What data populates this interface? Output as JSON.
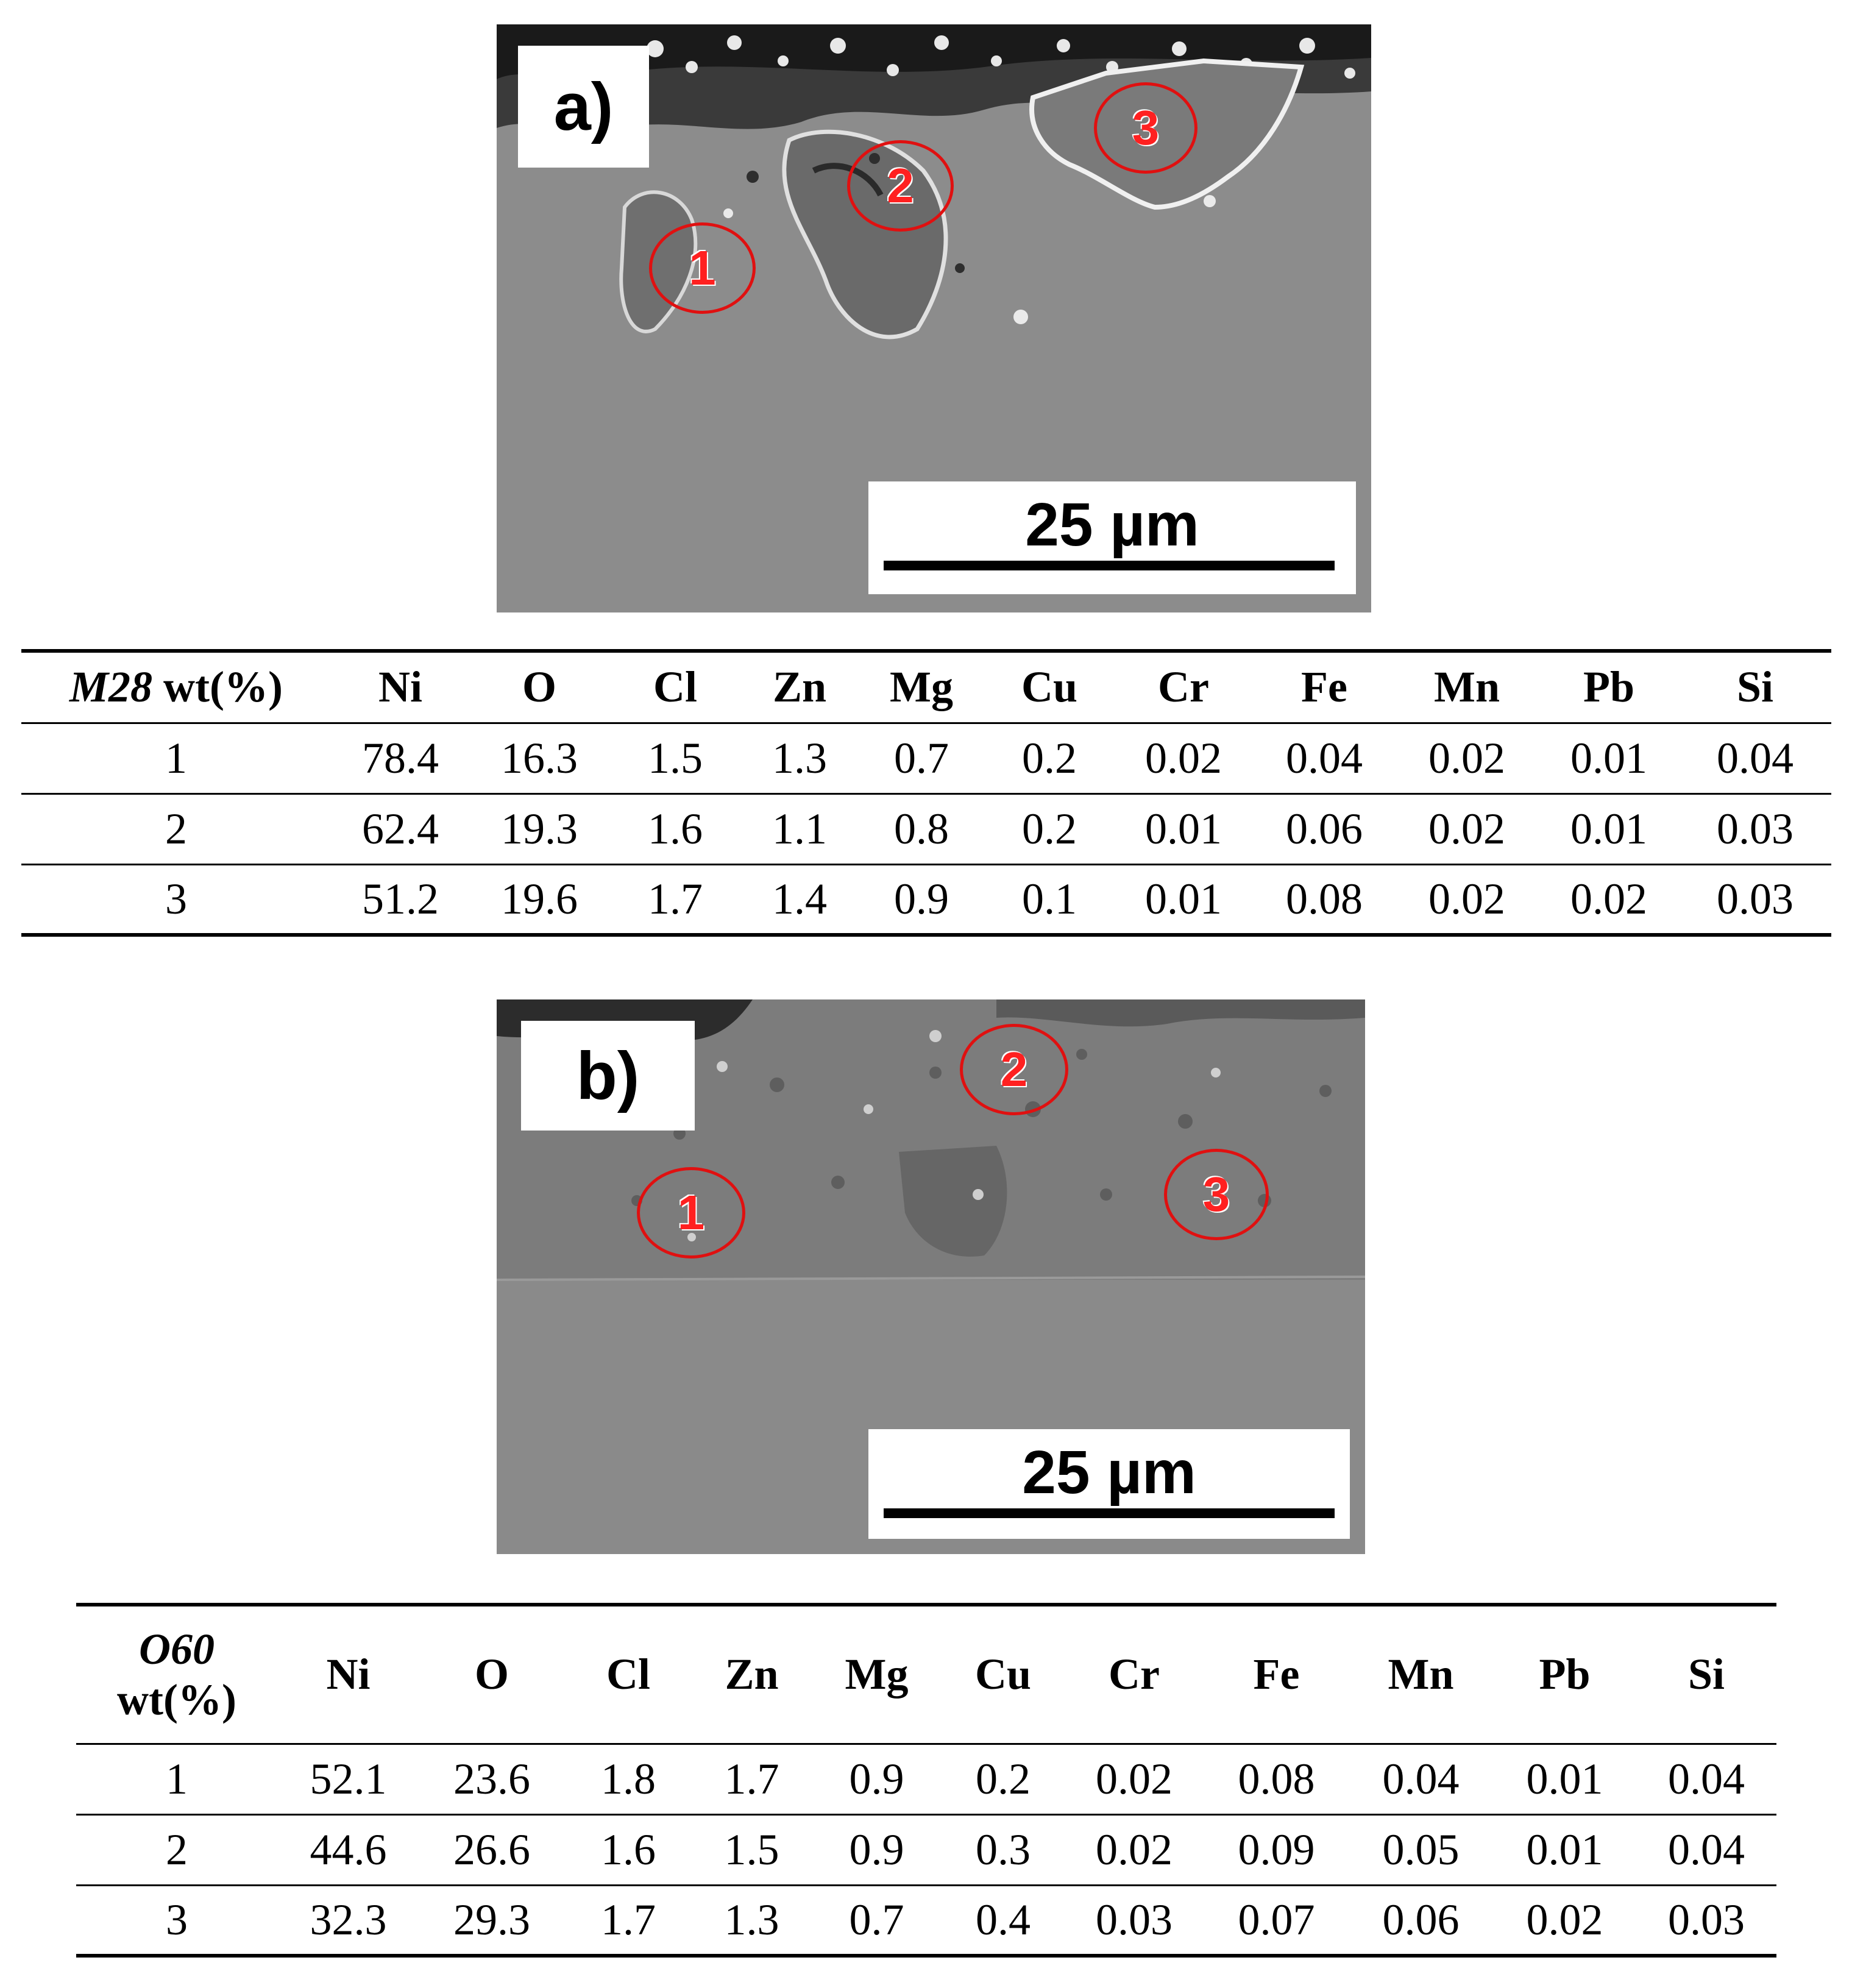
{
  "panels": [
    {
      "label": "a)",
      "scale_bar": "25 µm",
      "spots": [
        "1",
        "2",
        "3"
      ]
    },
    {
      "label": "b)",
      "scale_bar": "25 µm",
      "spots": [
        "1",
        "2",
        "3"
      ]
    }
  ],
  "tables": [
    {
      "sample": "M28",
      "unit": "wt(%)",
      "columns": [
        "Ni",
        "O",
        "Cl",
        "Zn",
        "Mg",
        "Cu",
        "Cr",
        "Fe",
        "Mn",
        "Pb",
        "Si"
      ],
      "rows": [
        {
          "id": "1",
          "values": [
            "78.4",
            "16.3",
            "1.5",
            "1.3",
            "0.7",
            "0.2",
            "0.02",
            "0.04",
            "0.02",
            "0.01",
            "0.04"
          ]
        },
        {
          "id": "2",
          "values": [
            "62.4",
            "19.3",
            "1.6",
            "1.1",
            "0.8",
            "0.2",
            "0.01",
            "0.06",
            "0.02",
            "0.01",
            "0.03"
          ]
        },
        {
          "id": "3",
          "values": [
            "51.2",
            "19.6",
            "1.7",
            "1.4",
            "0.9",
            "0.1",
            "0.01",
            "0.08",
            "0.02",
            "0.02",
            "0.03"
          ]
        }
      ]
    },
    {
      "sample": "O60",
      "unit": "wt(%)",
      "columns": [
        "Ni",
        "O",
        "Cl",
        "Zn",
        "Mg",
        "Cu",
        "Cr",
        "Fe",
        "Mn",
        "Pb",
        "Si"
      ],
      "rows": [
        {
          "id": "1",
          "values": [
            "52.1",
            "23.6",
            "1.8",
            "1.7",
            "0.9",
            "0.2",
            "0.02",
            "0.08",
            "0.04",
            "0.01",
            "0.04"
          ]
        },
        {
          "id": "2",
          "values": [
            "44.6",
            "26.6",
            "1.6",
            "1.5",
            "0.9",
            "0.3",
            "0.02",
            "0.09",
            "0.05",
            "0.01",
            "0.04"
          ]
        },
        {
          "id": "3",
          "values": [
            "32.3",
            "29.3",
            "1.7",
            "1.3",
            "0.7",
            "0.4",
            "0.03",
            "0.07",
            "0.06",
            "0.02",
            "0.03"
          ]
        }
      ]
    }
  ]
}
